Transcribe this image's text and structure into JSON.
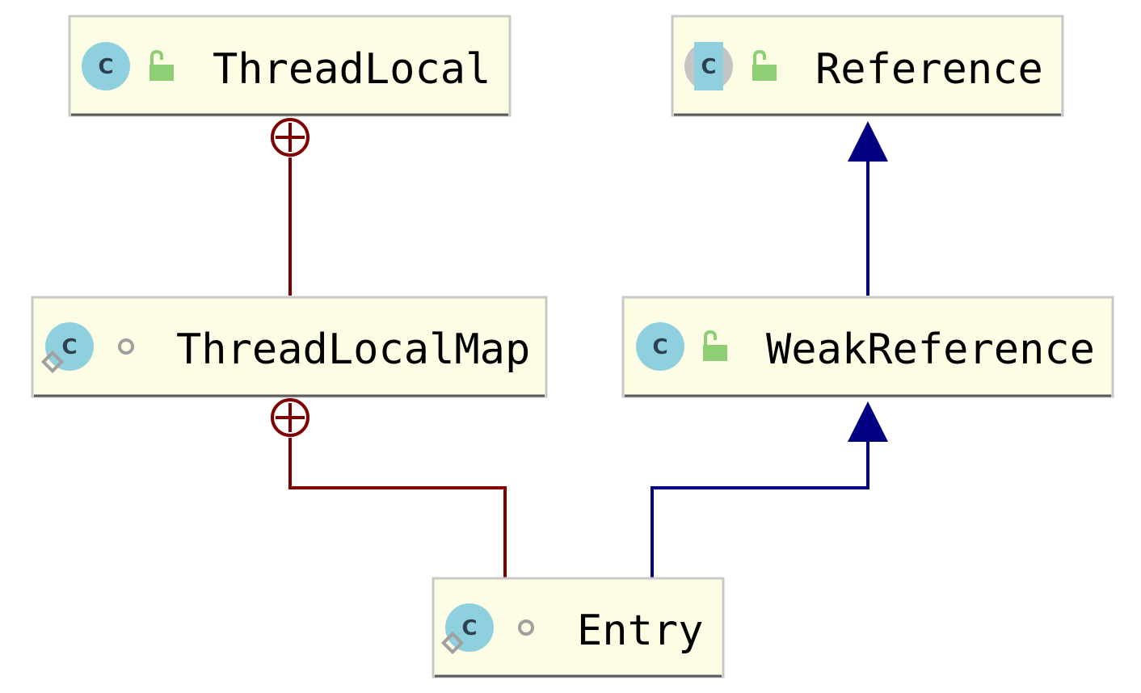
{
  "diagram": {
    "colors": {
      "node_fill": "#fdfde5",
      "node_border": "#c8c8c8",
      "node_bottom_bar": "#5a5a5a",
      "class_icon": "#8fd0de",
      "class_letter": "#2e3f4f",
      "public_lock": "#8ecf76",
      "package_private_dot": "#a0a0a0",
      "inner_class_edge": "#800000",
      "inheritance_edge": "#000080"
    },
    "nodes": [
      {
        "id": "threadlocal",
        "label": "ThreadLocal",
        "icon": "class-icon",
        "visibility": "public-icon"
      },
      {
        "id": "reference",
        "label": "Reference",
        "icon": "abstract-class-icon",
        "visibility": "public-icon"
      },
      {
        "id": "threadlocalmap",
        "label": "ThreadLocalMap",
        "icon": "static-class-icon",
        "visibility": "package-private-icon"
      },
      {
        "id": "weakreference",
        "label": "WeakReference",
        "icon": "class-icon",
        "visibility": "public-icon"
      },
      {
        "id": "entry",
        "label": "Entry",
        "icon": "static-class-icon",
        "visibility": "package-private-icon"
      }
    ],
    "edges": [
      {
        "from": "threadlocalmap",
        "to": "threadlocal",
        "kind": "inner-class"
      },
      {
        "from": "entry",
        "to": "threadlocalmap",
        "kind": "inner-class"
      },
      {
        "from": "weakreference",
        "to": "reference",
        "kind": "inheritance"
      },
      {
        "from": "entry",
        "to": "weakreference",
        "kind": "inheritance"
      }
    ],
    "icon_letter": "C"
  }
}
